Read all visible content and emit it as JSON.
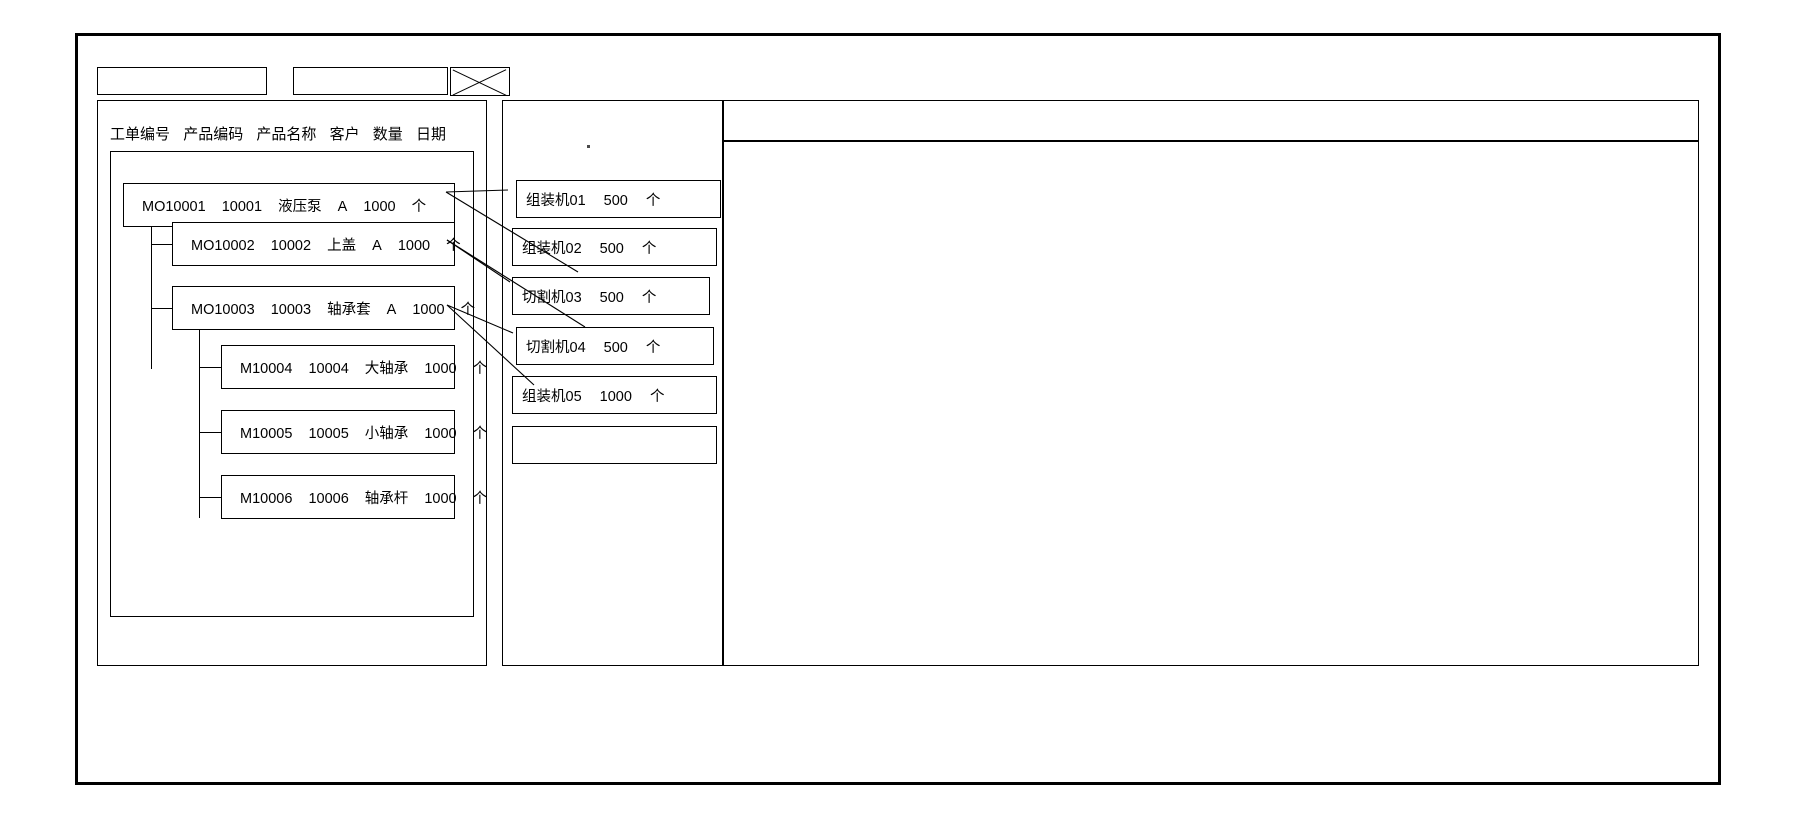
{
  "window": {
    "title": "",
    "toolbar": {
      "field_1_value": "",
      "field_2_value": "",
      "image_placeholder_label": ""
    }
  },
  "left_panel": {
    "name": "work-order-tree-panel",
    "column_headers": [
      "工单编号",
      "产品编码",
      "产品名称",
      "客户",
      "数量",
      "日期"
    ],
    "nodes": [
      {
        "level": 0,
        "order_no": "MO10001",
        "product_code": "10001",
        "product_name": "液压泵",
        "customer": "A",
        "quantity": "1000",
        "unit": "个"
      },
      {
        "level": 1,
        "order_no": "MO10002",
        "product_code": "10002",
        "product_name": "上盖",
        "customer": "A",
        "quantity": "1000",
        "unit": "个"
      },
      {
        "level": 1,
        "order_no": "MO10003",
        "product_code": "10003",
        "product_name": "轴承套",
        "customer": "A",
        "quantity": "1000",
        "unit": "个"
      },
      {
        "level": 2,
        "order_no": "M10004",
        "product_code": "10004",
        "product_name": "大轴承",
        "customer": "",
        "quantity": "1000",
        "unit": "个"
      },
      {
        "level": 2,
        "order_no": "M10005",
        "product_code": "10005",
        "product_name": "小轴承",
        "customer": "",
        "quantity": "1000",
        "unit": "个"
      },
      {
        "level": 2,
        "order_no": "M10006",
        "product_code": "10006",
        "product_name": "轴承杆",
        "customer": "",
        "quantity": "1000",
        "unit": "个"
      }
    ]
  },
  "middle_panel": {
    "name": "machine-assignment-panel",
    "cards": [
      {
        "machine": "组装机01",
        "quantity": "500",
        "unit": "个"
      },
      {
        "machine": "组装机02",
        "quantity": "500",
        "unit": "个"
      },
      {
        "machine": "切割机03",
        "quantity": "500",
        "unit": "个"
      },
      {
        "machine": "切割机04",
        "quantity": "500",
        "unit": "个"
      },
      {
        "machine": "组装机05",
        "quantity": "1000",
        "unit": "个"
      },
      {
        "machine": "",
        "quantity": "",
        "unit": ""
      }
    ]
  },
  "right_panel": {
    "name": "detail-panel",
    "header_text": "",
    "body_text": ""
  },
  "colors": {
    "stroke": "#000000",
    "background": "#ffffff"
  }
}
